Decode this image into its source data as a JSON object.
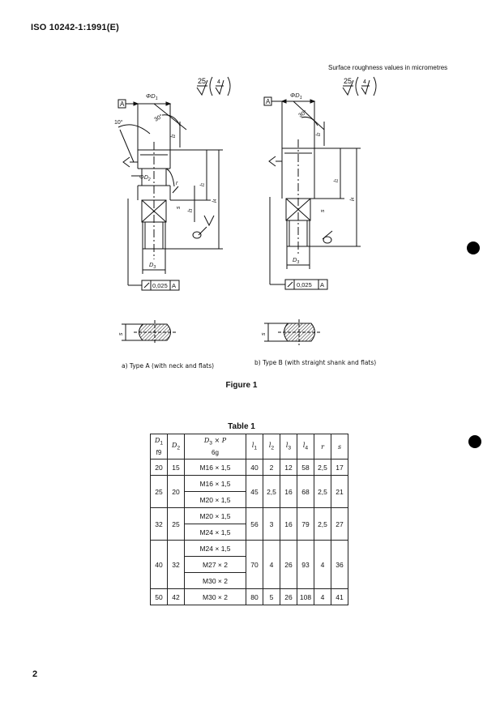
{
  "header": {
    "doc_id": "ISO 10242-1:1991(E)"
  },
  "roughness_note": "Surface roughness values in micrometres",
  "drawing": {
    "type_a": {
      "datum": "A",
      "d1": "ΦD",
      "d1_sub": "1",
      "d2": "ΦD",
      "d2_sub": "2",
      "d3": "D",
      "d3_sub": "3",
      "angle_30": "30°",
      "angle_10": "10°",
      "r_label": "r",
      "s_label": "s",
      "l1": "l",
      "l2": "l",
      "l3": "l",
      "l4": "l",
      "sub1": "1",
      "sub2": "2",
      "sub3": "3",
      "sub4": "4",
      "rough_big": "25",
      "rough_small": "4",
      "tol_value": "0,025",
      "tol_datum": "A",
      "caption": "a) Type A (with neck and flats)"
    },
    "type_b": {
      "datum": "A",
      "d1": "ΦD",
      "d1_sub": "1",
      "d3": "D",
      "d3_sub": "3",
      "angle_30": "30°",
      "s_label": "s",
      "l1": "l",
      "l2": "l",
      "l4": "l",
      "sub1": "1",
      "sub2": "2",
      "sub4": "4",
      "rough_big": "25",
      "rough_small": "4",
      "tol_value": "0,025",
      "tol_datum": "A",
      "caption": "b) Type B (with straight shank and flats)"
    }
  },
  "figure_caption": "Figure 1",
  "table": {
    "title": "Table 1",
    "headers": {
      "d1": "D",
      "d1_sub": "1",
      "d1_tol": "f9",
      "d2": "D",
      "d2_sub": "2",
      "d3p": "D",
      "d3p_sub": "3",
      "d3p_rest": " × P",
      "d3p_tol": "6g",
      "l1": "l",
      "l1_sub": "1",
      "l2": "l",
      "l2_sub": "2",
      "l3": "l",
      "l3_sub": "3",
      "l4": "l",
      "l4_sub": "4",
      "r": "r",
      "s": "s"
    },
    "groups": [
      {
        "d1": "20",
        "d2": "15",
        "threads": [
          "M16 × 1,5"
        ],
        "l1": "40",
        "l2": "2",
        "l3": "12",
        "l4": "58",
        "r": "2,5",
        "s": "17"
      },
      {
        "d1": "25",
        "d2": "20",
        "threads": [
          "M16 × 1,5",
          "M20 × 1,5"
        ],
        "l1": "45",
        "l2": "2,5",
        "l3": "16",
        "l4": "68",
        "r": "2,5",
        "s": "21"
      },
      {
        "d1": "32",
        "d2": "25",
        "threads": [
          "M20 × 1,5",
          "M24 × 1,5"
        ],
        "l1": "56",
        "l2": "3",
        "l3": "16",
        "l4": "79",
        "r": "2,5",
        "s": "27"
      },
      {
        "d1": "40",
        "d2": "32",
        "threads": [
          "M24 × 1,5",
          "M27 × 2",
          "M30 × 2"
        ],
        "l1": "70",
        "l2": "4",
        "l3": "26",
        "l4": "93",
        "r": "4",
        "s": "36"
      },
      {
        "d1": "50",
        "d2": "42",
        "threads": [
          "M30 × 2"
        ],
        "l1": "80",
        "l2": "5",
        "l3": "26",
        "l4": "108",
        "r": "4",
        "s": "41"
      }
    ]
  },
  "page_number": "2"
}
